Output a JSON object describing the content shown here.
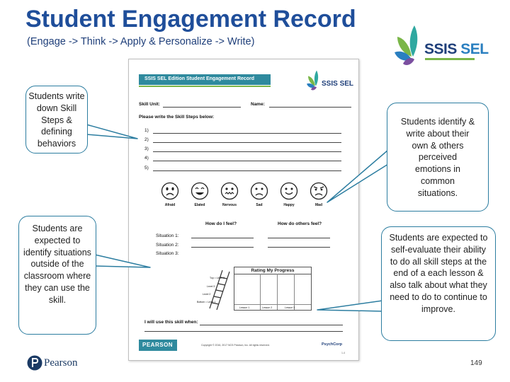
{
  "slide": {
    "title": "Student Engagement Record",
    "subtitle": "(Engage -> Think -> Apply & Personalize -> Write)",
    "page_number": "149"
  },
  "logos": {
    "ssis_main": "SSIS",
    "ssis_sel": "SEL",
    "pearson": "Pearson"
  },
  "worksheet": {
    "banner": "SSIS SEL Edition Student Engagement Record",
    "mini_logo": "SSIS SEL",
    "skill_unit_label": "Skill Unit:",
    "name_label": "Name:",
    "skill_steps_label": "Please write the Skill Steps below:",
    "step_numbers": [
      "1)",
      "2)",
      "3)",
      "4)",
      "5)"
    ],
    "emotions": [
      "Afraid",
      "Elated",
      "Nervous",
      "Sad",
      "Happy",
      "Mad"
    ],
    "how_do_i_feel": "How do I feel?",
    "how_do_others_feel": "How do others feel?",
    "situations": [
      "Situation 1:",
      "Situation 2:",
      "Situation 3:"
    ],
    "rating_title": "Rating My Progress",
    "rating_levels": [
      "Top = Level 3",
      "Level 3",
      "Level 2",
      "Bottom = Level 1"
    ],
    "rating_columns": [
      "Lesson 1",
      "Lesson 2",
      "Lesson 3"
    ],
    "will_use_label": "I will use this skill when:",
    "footer_brand": "PEARSON",
    "copyright": "Copyright © 2016, 2017 NCS Pearson, Inc. All rights reserved.",
    "psychcorp": "PsychCorp",
    "page_ref": "1-4"
  },
  "callouts": {
    "skill_steps": "Students write down Skill Steps & defining behaviors",
    "emotions": "Students identify & write about their own & others perceived emotions in common situations.",
    "situations": "Students are expected to identify situations outside of the classroom where they can use the skill.",
    "self_evaluate": "Students are expected to self-evaluate their ability to do all skill steps at the end of a each lesson & also talk about what they need to do to continue to improve."
  },
  "colors": {
    "title": "#1f4e9a",
    "callout_border": "#2c7da0",
    "banner": "#2f8a9e",
    "accent_green": "#7ab648"
  }
}
